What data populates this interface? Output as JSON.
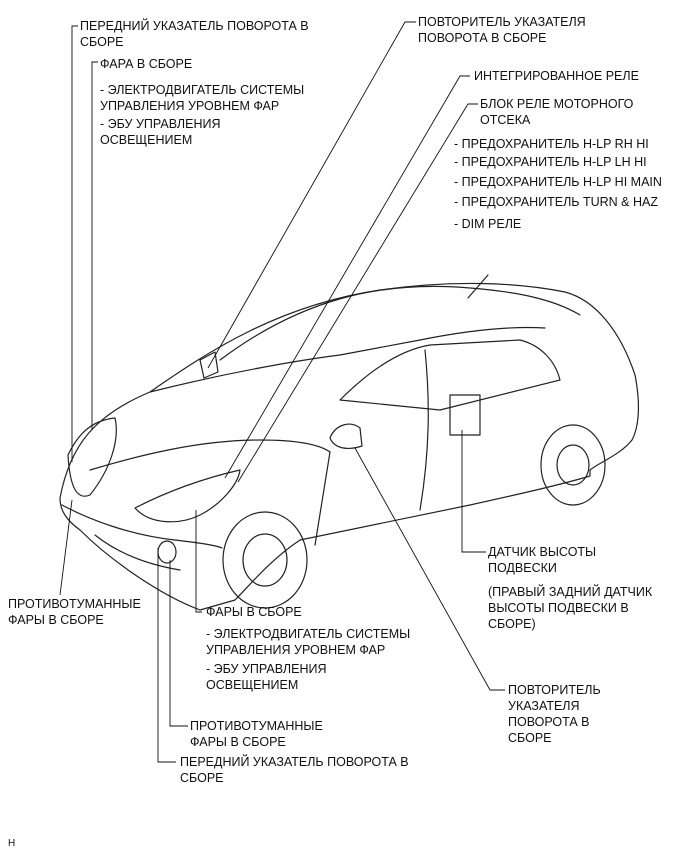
{
  "labels": {
    "front_turn_top": "ПЕРЕДНИЙ УКАЗАТЕЛЬ ПОВОРОТА В\nСБОРЕ",
    "headlamp_top": "ФАРА В СБОРЕ",
    "headlamp_top_motor": "- ЭЛЕКТРОДВИГАТЕЛЬ СИСТЕМЫ\nУПРАВЛЕНИЯ УРОВНЕМ ФАР",
    "headlamp_top_ecu": "- ЭБУ УПРАВЛЕНИЯ\nОСВЕЩЕНИЕМ",
    "side_repeater_top": "ПОВТОРИТЕЛЬ УКАЗАТЕЛЯ\nПОВОРОТА В СБОРЕ",
    "integrated_relay": "ИНТЕГРИРОВАННОЕ РЕЛЕ",
    "engine_relay_block": "БЛОК РЕЛЕ МОТОРНОГО\nОТСЕКА",
    "fuse_rh": "- ПРЕДОХРАНИТЕЛЬ H-LP RH HI",
    "fuse_lh": "- ПРЕДОХРАНИТЕЛЬ H-LP LH HI",
    "fuse_main": "- ПРЕДОХРАНИТЕЛЬ H-LP HI MAIN",
    "fuse_turn": "- ПРЕДОХРАНИТЕЛЬ TURN & HAZ",
    "dim_relay": "- DIM РЕЛЕ",
    "fog_left": "ПРОТИВОТУМАННЫЕ\nФАРЫ В СБОРЕ",
    "headlamps_bottom": "ФАРЫ В СБОРЕ",
    "headlamps_bottom_motor": "- ЭЛЕКТРОДВИГАТЕЛЬ СИСТЕМЫ\nУПРАВЛЕНИЯ УРОВНЕМ ФАР",
    "headlamps_bottom_ecu": "- ЭБУ УПРАВЛЕНИЯ\nОСВЕЩЕНИЕМ",
    "height_sensor": "ДАТЧИК ВЫСОТЫ\nПОДВЕСКИ",
    "height_sensor_note": "(ПРАВЫЙ ЗАДНИЙ ДАТЧИК\nВЫСОТЫ ПОДВЕСКИ В\nСБОРЕ)",
    "side_repeater_bottom": "ПОВТОРИТЕЛЬ\nУКАЗАТЕЛЯ\nПОВОРОТА В\nСБОРЕ",
    "fog_bottom": "ПРОТИВОТУМАННЫЕ\nФАРЫ В СБОРЕ",
    "front_turn_bottom": "ПЕРЕДНИЙ УКАЗАТЕЛЬ ПОВОРОТА В\nСБОРЕ"
  },
  "footer": "H"
}
